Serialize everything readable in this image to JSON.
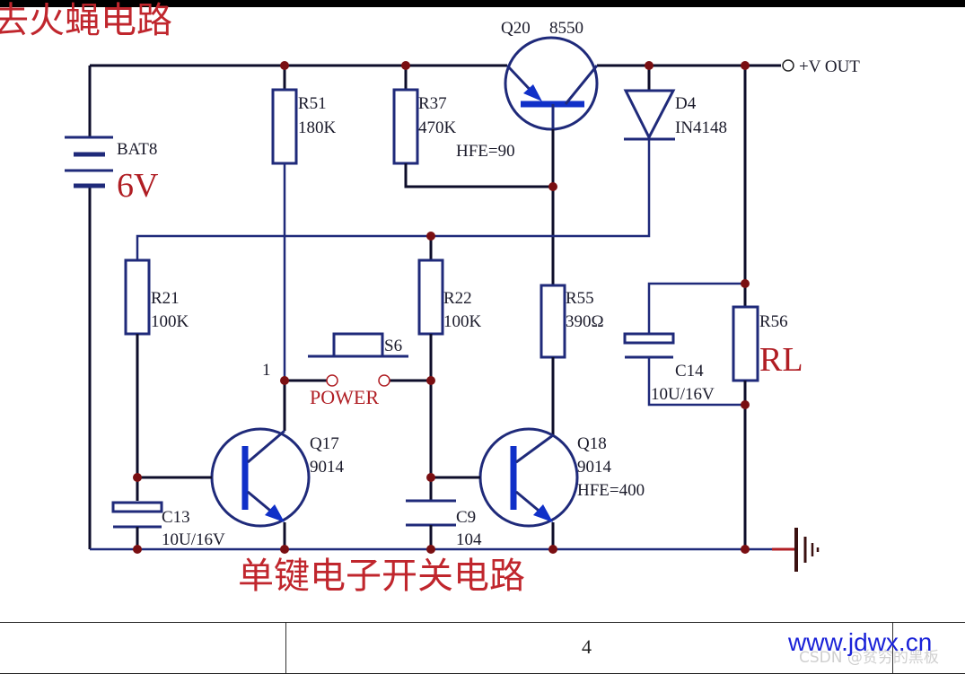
{
  "diagram": {
    "top_title": "去火蝇电路",
    "bottom_title": "单键电子开关电路",
    "output_label": "+V OUT",
    "node_label_1": "1",
    "components": {
      "battery": {
        "ref": "BAT8",
        "value": "6V"
      },
      "q20": {
        "ref": "Q20",
        "model": "8550",
        "param": "HFE=90"
      },
      "d4": {
        "ref": "D4",
        "model": "IN4148"
      },
      "r51": {
        "ref": "R51",
        "value": "180K"
      },
      "r37": {
        "ref": "R37",
        "value": "470K"
      },
      "r21": {
        "ref": "R21",
        "value": "100K"
      },
      "r22": {
        "ref": "R22",
        "value": "100K"
      },
      "r55": {
        "ref": "R55",
        "value": "390Ω"
      },
      "r56": {
        "ref": "R56",
        "value": "RL"
      },
      "c14": {
        "ref": "C14",
        "value": "10U/16V"
      },
      "c13": {
        "ref": "C13",
        "value": "10U/16V"
      },
      "c9": {
        "ref": "C9",
        "value": "104"
      },
      "q17": {
        "ref": "Q17",
        "model": "9014"
      },
      "q18": {
        "ref": "Q18",
        "model": "9014",
        "param": "HFE=400"
      },
      "s6": {
        "ref": "S6",
        "label": "POWER"
      }
    }
  },
  "footer": {
    "page_number": "4",
    "brand": "www.jdwx.cn",
    "watermark": "CSDN @贫穷的黑板"
  }
}
